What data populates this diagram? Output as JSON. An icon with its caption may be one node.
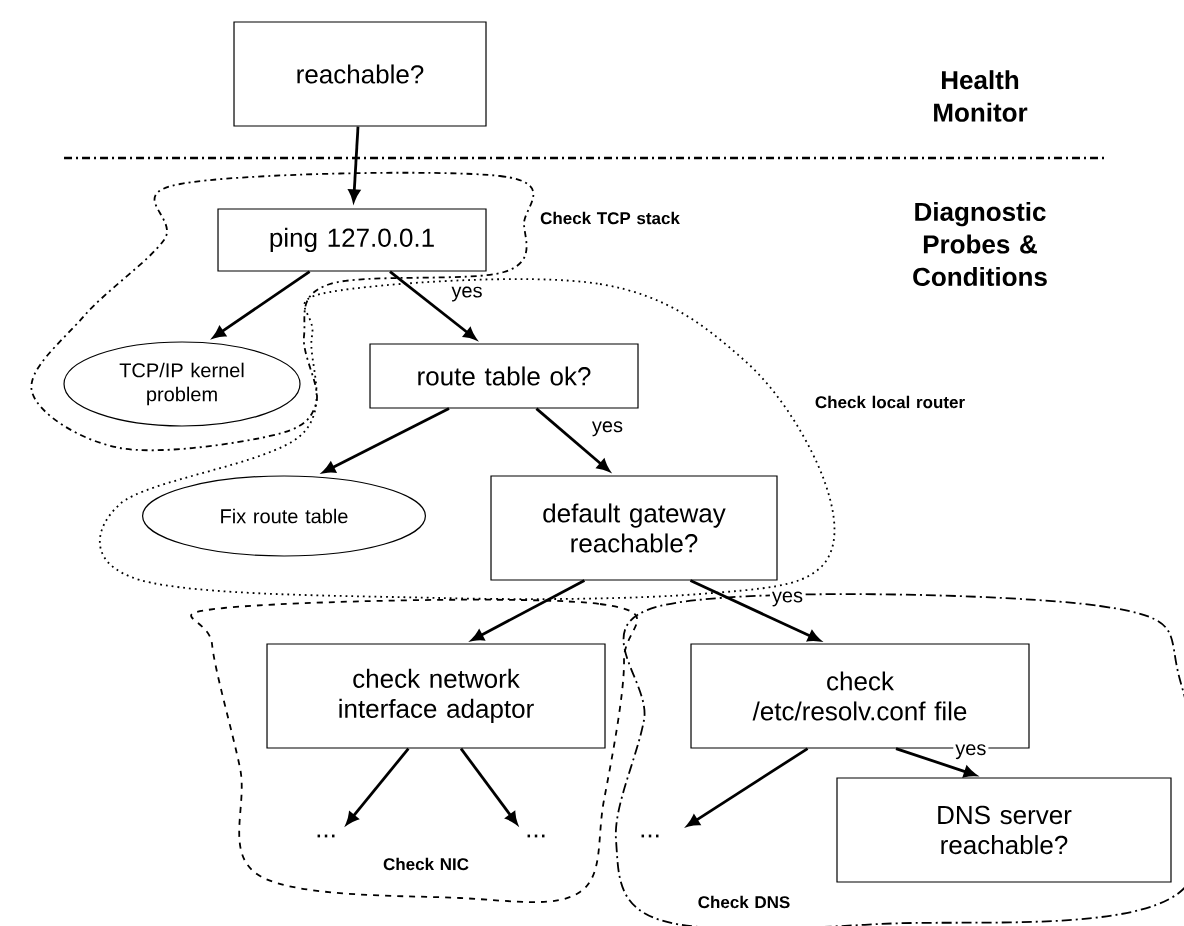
{
  "diagram": {
    "nodes": [
      {
        "text": [
          "reachable?"
        ]
      },
      {
        "text": [
          "ping 127.0.0.1"
        ]
      },
      {
        "text": [
          "TCP/IP kernel problem"
        ]
      },
      {
        "text": [
          "route table ok?"
        ]
      },
      {
        "text": [
          "Fix route table"
        ]
      },
      {
        "text": [
          "default gateway reachable?"
        ]
      },
      {
        "text": [
          "check network interface adaptor"
        ]
      },
      {
        "text": [
          "check /etc/resolv.conf file"
        ]
      },
      {
        "text": [
          "..."
        ]
      },
      {
        "text": [
          "..."
        ]
      },
      {
        "text": [
          "..."
        ]
      },
      {
        "text": [
          "DNS server reachable?"
        ]
      }
    ],
    "edges": [
      {
        "from": 0,
        "to": 1,
        "arrow": "to"
      },
      {
        "from": 1,
        "to": 2,
        "arrow": "to"
      },
      {
        "from": 1,
        "to": 3,
        "arrow": "to",
        "label": "yes"
      },
      {
        "from": 3,
        "to": 4,
        "arrow": "to"
      },
      {
        "from": 3,
        "to": 5,
        "arrow": "to",
        "label": "yes"
      },
      {
        "from": 5,
        "to": 6,
        "arrow": "to"
      },
      {
        "from": 5,
        "to": 7,
        "arrow": "to",
        "label": "yes"
      },
      {
        "from": 6,
        "to": 8,
        "arrow": "to"
      },
      {
        "from": 6,
        "to": 9,
        "arrow": "to"
      },
      {
        "from": 7,
        "to": 10,
        "arrow": "to"
      },
      {
        "from": 7,
        "to": 11,
        "arrow": "to",
        "label": "yes"
      }
    ],
    "labels": [
      "Health Monitor",
      "Diagnostic Probes & Conditions",
      "Check TCP stack",
      "Check local router",
      "Check NIC",
      "Check DNS"
    ]
  }
}
